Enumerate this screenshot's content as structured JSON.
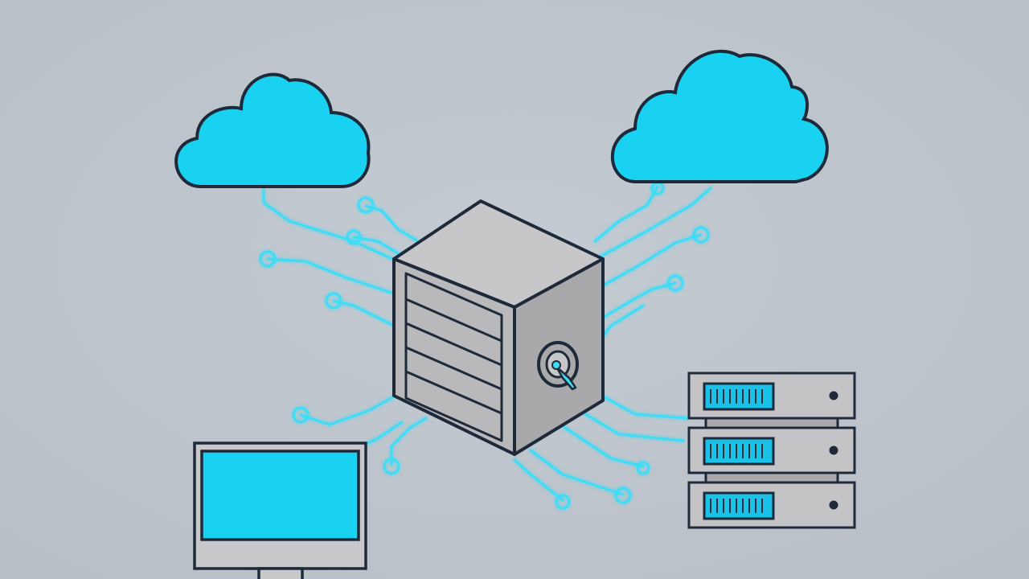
{
  "colors": {
    "background": "#b8bfc7",
    "background_glow": "#c5cbd2",
    "outline": "#1e2a3a",
    "cloud_fill": "#19d1f0",
    "circuit": "#3fdcf6",
    "circuit_glow": "#9fefff",
    "vault_front": "#b9b9bb",
    "vault_top": "#c7c7c9",
    "vault_side": "#a9a9ab",
    "monitor_screen": "#19d1f0",
    "monitor_frame": "#c9c9cb",
    "server_body": "#c4c4c6",
    "server_panel": "#19c2e6"
  },
  "nodes": [
    {
      "name": "cloud-left",
      "icon": "cloud-icon"
    },
    {
      "name": "cloud-right",
      "icon": "cloud-icon"
    },
    {
      "name": "central-vault-server",
      "icon": "vault-server-icon"
    },
    {
      "name": "desktop-monitor",
      "icon": "monitor-icon"
    },
    {
      "name": "server-rack",
      "icon": "server-rack-icon",
      "units": 3
    }
  ]
}
